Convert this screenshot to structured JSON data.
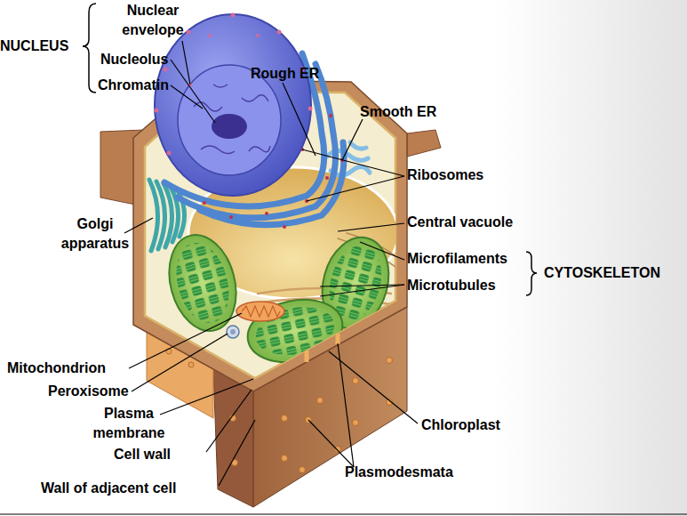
{
  "diagram": {
    "labels": [
      "Nuclear envelope",
      "NUCLEUS",
      "Nucleolus",
      "Rough ER",
      "Chromatin",
      "Smooth ER",
      "Ribosomes",
      "Golgi apparatus",
      "Central vacuole",
      "Microfilaments",
      "CYTOSKELETON",
      "Microtubules",
      "Mitochondrion",
      "Peroxisome",
      "Plasma membrane",
      "Chloroplast",
      "Cell wall",
      "Plasmodesmata",
      "Wall of adjacent cell"
    ]
  }
}
